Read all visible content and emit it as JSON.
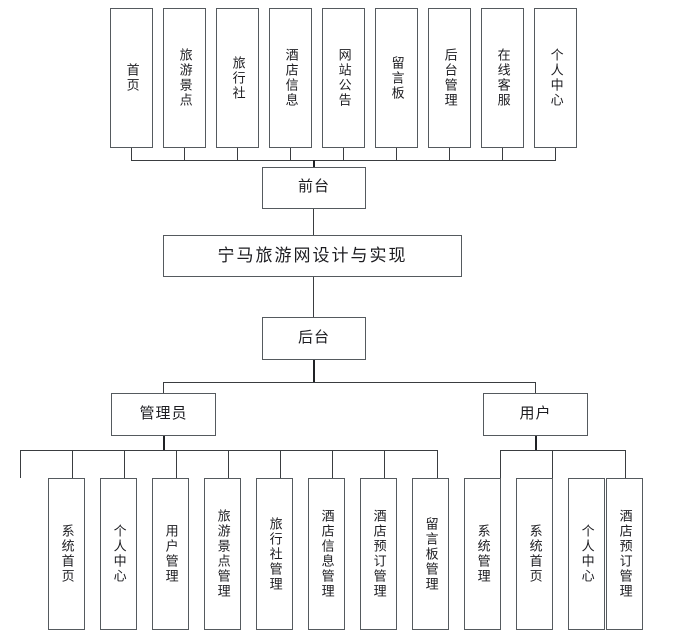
{
  "diagram": {
    "type": "org-chart",
    "title": "宁马旅游网设计与实现",
    "root": {
      "label": "宁马旅游网设计与实现"
    },
    "branches": {
      "frontend": {
        "label": "前台",
        "items": [
          {
            "label": "首页"
          },
          {
            "label": "旅游景点"
          },
          {
            "label": "旅行社"
          },
          {
            "label": "酒店信息"
          },
          {
            "label": "网站公告"
          },
          {
            "label": "留言板"
          },
          {
            "label": "后台管理"
          },
          {
            "label": "在线客服"
          },
          {
            "label": "个人中心"
          }
        ]
      },
      "backend": {
        "label": "后台",
        "roles": [
          {
            "key": "admin",
            "label": "管理员",
            "items": [
              {
                "label": "系统首页"
              },
              {
                "label": "个人中心"
              },
              {
                "label": "用户管理"
              },
              {
                "label": "旅游景点管理"
              },
              {
                "label": "旅行社管理"
              },
              {
                "label": "酒店信息管理"
              },
              {
                "label": "酒店预订管理"
              },
              {
                "label": "留言板管理"
              },
              {
                "label": "系统管理"
              }
            ]
          },
          {
            "key": "user",
            "label": "用户",
            "items": [
              {
                "label": "系统首页"
              },
              {
                "label": "个人中心"
              },
              {
                "label": "酒店预订管理"
              }
            ]
          }
        ]
      }
    },
    "colors": {
      "border": "#555a5e",
      "connector": "#3a3d40",
      "text": "#1c1c20",
      "background": "#ffffff"
    }
  }
}
